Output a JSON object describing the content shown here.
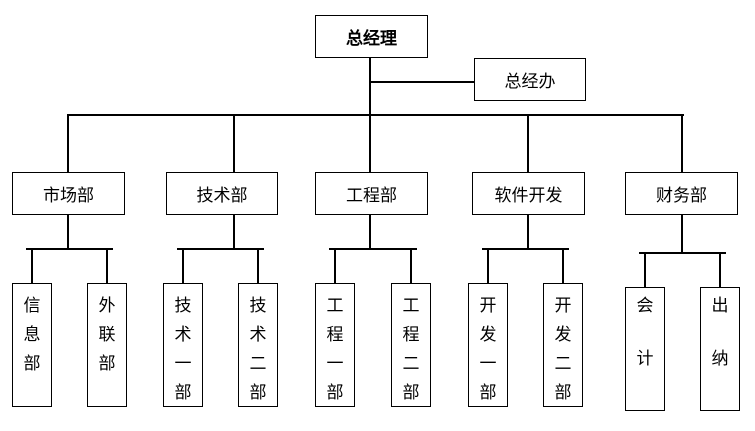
{
  "chart": {
    "root": "总经理",
    "assistant": "总经办",
    "departments": [
      {
        "label": "市场部",
        "subs": [
          "信息部",
          "外联部"
        ]
      },
      {
        "label": "技术部",
        "subs": [
          "技术一部",
          "技术二部"
        ]
      },
      {
        "label": "工程部",
        "subs": [
          "工程一部",
          "工程二部"
        ]
      },
      {
        "label": "软件开发",
        "subs": [
          "开发一部",
          "开发二部"
        ]
      },
      {
        "label": "财务部",
        "subs": [
          "会计",
          "出纳"
        ]
      }
    ]
  }
}
